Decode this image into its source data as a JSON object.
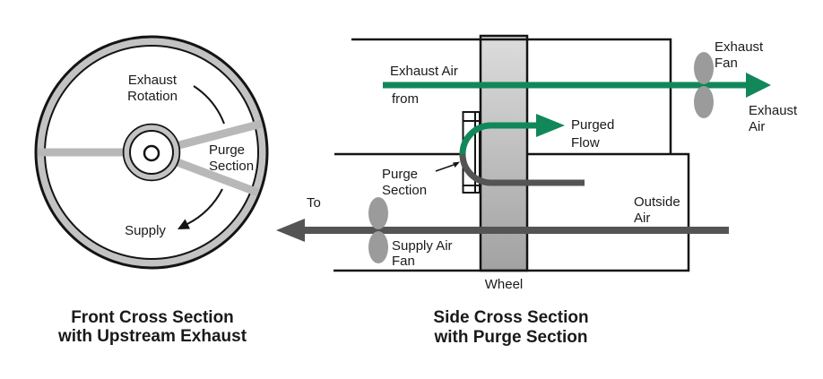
{
  "colors": {
    "flow_green": "#11875a",
    "flow_dark_gray": "#545454",
    "fan_gray": "#9b9b9b",
    "rim_gray": "#c3c3c3",
    "spoke_gray": "#b8b8b8",
    "line_black": "#141414",
    "wheel_gradient_top": "#dcdcdc",
    "wheel_gradient_bottom": "#a2a2a2"
  },
  "icons": {
    "exhaust_fan": "fan-icon",
    "supply_fan": "fan-icon"
  },
  "front_view": {
    "caption": [
      "Front Cross Section",
      "with Upstream Exhaust"
    ],
    "labels": {
      "rotation": [
        "Exhaust",
        "Rotation"
      ],
      "purge": [
        "Purge",
        "Section"
      ],
      "supply": "Supply"
    }
  },
  "side_view": {
    "caption": [
      "Side Cross Section",
      "with Purge Section"
    ],
    "labels": {
      "exhaust_in": [
        "Exhaust Air",
        "from"
      ],
      "purged_flow": [
        "Purged",
        "Flow"
      ],
      "purge_section": [
        "Purge",
        "Section"
      ],
      "to": "To",
      "supply_fan": [
        "Supply Air",
        "Fan"
      ],
      "outside_air": [
        "Outside",
        "Air"
      ],
      "exhaust_fan": [
        "Exhaust",
        "Fan"
      ],
      "exhaust_out": [
        "Exhaust",
        "Air"
      ],
      "wheel": "Wheel"
    }
  }
}
